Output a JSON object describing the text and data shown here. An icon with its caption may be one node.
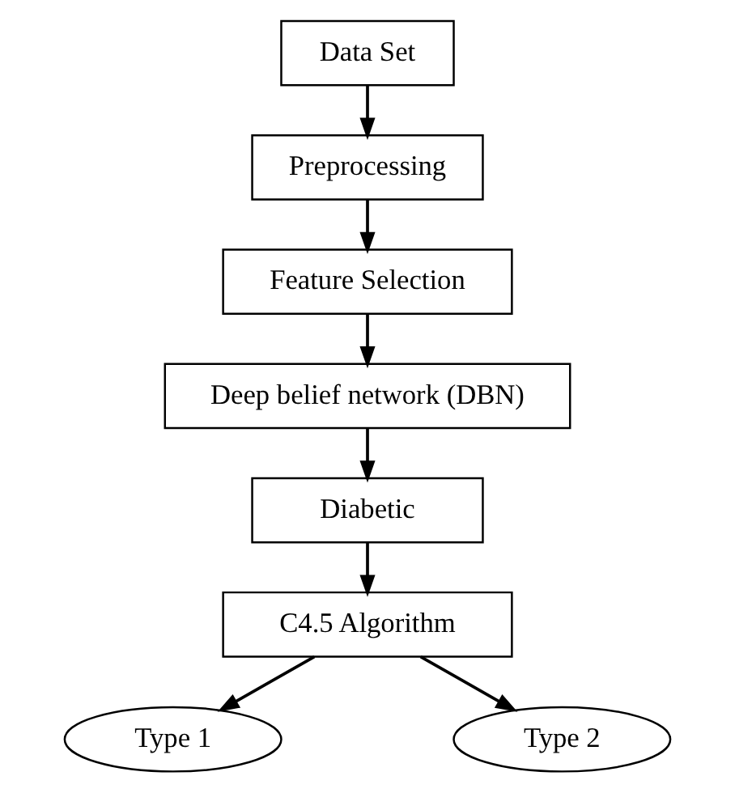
{
  "diagram": {
    "nodes": [
      {
        "text": [
          "Data Set"
        ]
      },
      {
        "text": [
          "Preprocessing"
        ]
      },
      {
        "text": [
          "Feature Selection"
        ]
      },
      {
        "text": [
          "Deep belief network (DBN)"
        ]
      },
      {
        "text": [
          "Diabetic"
        ]
      },
      {
        "text": [
          "C4.5 Algorithm"
        ]
      },
      {
        "text": [
          "Type 1"
        ]
      },
      {
        "text": [
          "Type 2"
        ]
      }
    ],
    "edges": [
      {
        "from": 0,
        "to": 1,
        "arrow": "to"
      },
      {
        "from": 1,
        "to": 2,
        "arrow": "to"
      },
      {
        "from": 2,
        "to": 3,
        "arrow": "to"
      },
      {
        "from": 3,
        "to": 4,
        "arrow": "to"
      },
      {
        "from": 4,
        "to": 5,
        "arrow": "to"
      },
      {
        "from": 5,
        "to": 6,
        "arrow": "to"
      },
      {
        "from": 5,
        "to": 7,
        "arrow": "to"
      }
    ]
  }
}
